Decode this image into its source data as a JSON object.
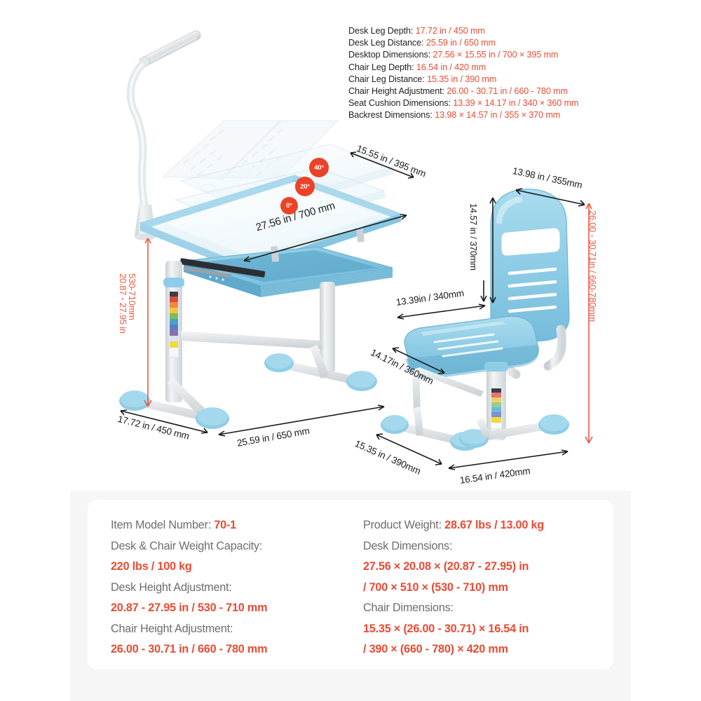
{
  "spec_list": [
    {
      "label": "Desk Leg Depth: ",
      "value": "17.72 in / 450 mm"
    },
    {
      "label": "Desk Leg Distance: ",
      "value": "25.59 in / 650 mm"
    },
    {
      "label": "Desktop Dimensions: ",
      "value": "27.56 × 15.55 in / 700 × 395 mm"
    },
    {
      "label": "Chair Leg Depth: ",
      "value": "16.54 in / 420 mm"
    },
    {
      "label": "Chair Leg Distance: ",
      "value": "15.35 in / 390 mm"
    },
    {
      "label": "Chair Height Adjustment: ",
      "value": "26.00 - 30.71 in / 660 - 780 mm"
    },
    {
      "label": "Seat Cushion Dimensions: ",
      "value": "13.39 × 14.17 in / 340 × 360 mm"
    },
    {
      "label": "Backrest Dimensions: ",
      "value": "13.98 × 14.57 in / 355 × 370 mm"
    }
  ],
  "desk_labels": {
    "depth_diagonal": "15.55 in / 395 mm",
    "width": "27.56 in / 700 mm",
    "height_adjust": "20.87 - 27.95 in",
    "height_adjust_mm": "530-710mm",
    "leg_depth": "17.72 in / 450 mm",
    "leg_distance": "25.59 in / 650 mm"
  },
  "chair_labels": {
    "backrest_width": "13.98 in / 355mm",
    "backrest_height": "14.57 in / 370mm",
    "seat_width": "13.39in / 340mm",
    "seat_depth": "14.17in / 360mm",
    "height_adjust": "26.00 - 30.71in / 660-780mm",
    "leg_distance": "15.35 in / 390mm",
    "leg_depth": "16.54 in / 420mm"
  },
  "tilt_badges": [
    {
      "angle": "0°"
    },
    {
      "angle": "20°"
    },
    {
      "angle": "40°"
    }
  ],
  "panel": {
    "left": [
      {
        "label": "Item Model Number: ",
        "value": "70-1",
        "style": "inline"
      },
      {
        "label": "Desk & Chair Weight Capacity:",
        "value": "",
        "style": "label"
      },
      {
        "label": "",
        "value": "220 lbs / 100 kg",
        "style": "value"
      },
      {
        "label": "Desk Height Adjustment:",
        "value": "",
        "style": "label"
      },
      {
        "label": "",
        "value": "20.87 - 27.95 in / 530 - 710 mm",
        "style": "value"
      },
      {
        "label": "Chair Height Adjustment:",
        "value": "",
        "style": "label"
      },
      {
        "label": "",
        "value": "26.00 - 30.71 in / 660 - 780 mm",
        "style": "value"
      }
    ],
    "right": [
      {
        "label": "Product Weight: ",
        "value": "28.67 lbs / 13.00 kg",
        "style": "inline"
      },
      {
        "label": "Desk Dimensions:",
        "value": "",
        "style": "label"
      },
      {
        "label": "",
        "value": "27.56 × 20.08 × (20.87 - 27.95) in",
        "style": "value"
      },
      {
        "label": "",
        "value": "/ 700 × 510 × (530 - 710) mm",
        "style": "value"
      },
      {
        "label": "Chair Dimensions:",
        "value": "",
        "style": "label"
      },
      {
        "label": "",
        "value": "15.35 × (26.00 - 30.71) × 16.54 in",
        "style": "value"
      },
      {
        "label": "",
        "value": "/ 390 × (660 - 780) × 420 mm",
        "style": "value"
      }
    ]
  },
  "colors": {
    "accent_red": "#ea4b33",
    "badge_orange": "#ec4328",
    "desk_blue": "#8fd0e8",
    "chair_blue": "#8ccbe4",
    "frame_gray": "#dfe3e6",
    "panel_bg": "#f6f6f6",
    "label_gray": "#6d6d6d"
  }
}
